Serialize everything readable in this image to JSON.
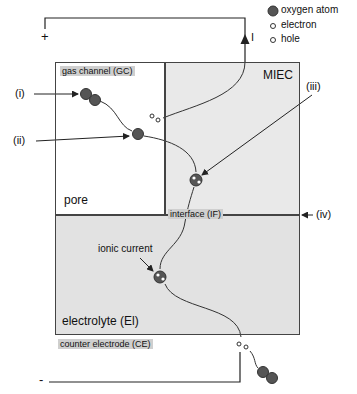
{
  "diagram": {
    "nodes": [
      {
        "text": [
          "pore"
        ]
      },
      {
        "text": [
          "MIEC"
        ]
      },
      {
        "text": [
          "electrolyte (El)"
        ]
      }
    ],
    "labels": [
      "+",
      "-",
      "I",
      "(i)",
      "(ii)",
      "(iii)",
      "(iv)",
      "gas channel (GC)",
      "interface (IF)",
      "ionic current",
      "counter electrode (CE)"
    ],
    "legend": [
      {
        "text": "oxygen atom"
      },
      {
        "text": "electron"
      },
      {
        "text": "hole"
      }
    ]
  }
}
